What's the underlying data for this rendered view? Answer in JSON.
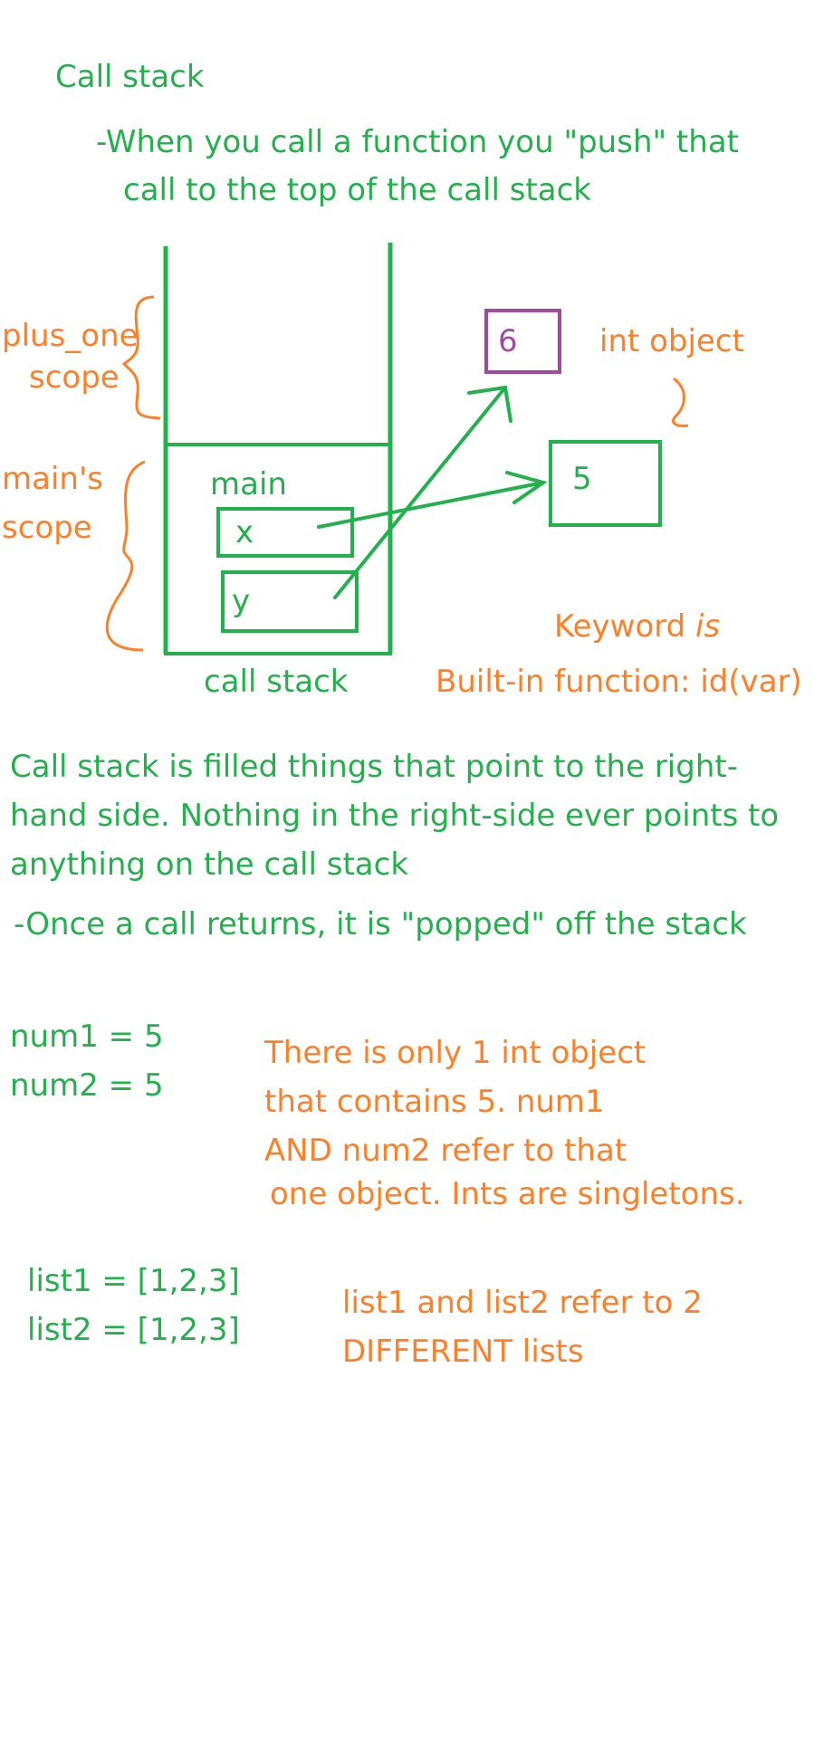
{
  "heading": "Call stack",
  "push_note": {
    "line1": "-When you call a function you \"push\" that",
    "line2": "call to the top of the call stack"
  },
  "diagram": {
    "plus_one_scope": {
      "line1": "plus_one",
      "line2": "scope"
    },
    "mains_scope": {
      "line1": "main's",
      "line2": "scope"
    },
    "frame_label": "main",
    "var_x": "x",
    "var_y": "y",
    "stack_caption": "call stack",
    "obj_six": "6",
    "obj_five": "5",
    "int_object_label": "int object",
    "keyword_prefix": "Keyword ",
    "keyword_word": "is",
    "builtin_label": "Built-in function: id(var)"
  },
  "explanation": {
    "line1": "Call stack is filled things that point to the right-",
    "line2": "hand side. Nothing in the right-side ever points to",
    "line3": "anything on the call stack"
  },
  "pop_note": "-Once a call returns, it is \"popped\" off the stack",
  "nums": {
    "code1": "num1 = 5",
    "code2": "num2 = 5",
    "note1": "There is only 1 int object",
    "note2": "that contains 5. num1",
    "note3": "AND num2 refer to that",
    "note4": "one object.  Ints are singletons."
  },
  "lists": {
    "code1": "list1 = [1,2,3]",
    "code2": "list2 = [1,2,3]",
    "note1": "list1 and list2 refer to 2",
    "note2": "DIFFERENT lists"
  },
  "colors": {
    "green": "#22b14c",
    "orange": "#ff7f27",
    "purple": "#a349a4"
  }
}
